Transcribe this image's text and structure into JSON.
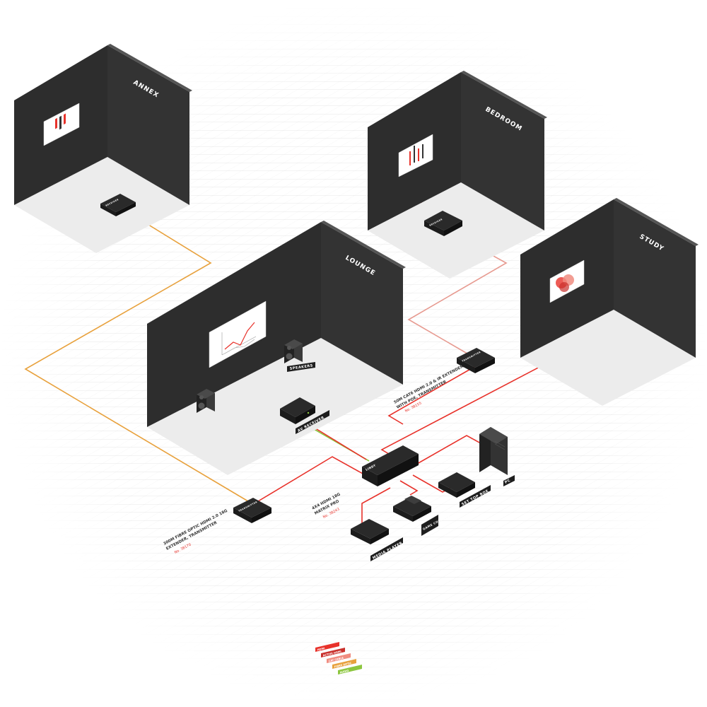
{
  "rooms": {
    "annex": "ANNEX",
    "bedroom": "BEDROOM",
    "lounge": "LOUNGE",
    "study": "STUDY"
  },
  "devices": {
    "speakers": "SPEAKERS",
    "av_receiver": "AV RECEIVER",
    "pc": "PC",
    "set_top_box": "SET TOP BOX",
    "game_console": "GAME CONSOLE",
    "media_player": "MEDIA PLAYER",
    "receiver_brand": "RECEIVER",
    "transmitter_brand": "TRANSMITTER",
    "switch_brand": "LINDY"
  },
  "captions": {
    "cat6_line1": "50M CAT6 HDMI 2.0 & IR EXTENDER",
    "cat6_line2": "WITH POE, TRANSMITTER",
    "cat6_art": "No. 38155",
    "matrix_line1": "4X4 HDMI 18G",
    "matrix_line2": "MATRIX PRO",
    "matrix_art": "No. 38243",
    "fibre_line1": "300M FIBRE OPTIC HDMI 2.0 18G",
    "fibre_line2": "EXTENDER, TRANSMITTER",
    "fibre_art": "No. 38170"
  },
  "legend": [
    {
      "label": "HDMI",
      "color": "#e8322b"
    },
    {
      "label": "ACTIVE HDMI",
      "color": "#c9302c"
    },
    {
      "label": "CAT CABLE",
      "color": "#f08c80"
    },
    {
      "label": "FIBRE OPTIC",
      "color": "#e8a13c"
    },
    {
      "label": "AUDIO",
      "color": "#8cc63f"
    }
  ],
  "colors": {
    "wall": "#2d2d2d",
    "wall_side": "#3a3a3a",
    "floor": "#ececec",
    "hdmi": "#e8322b",
    "cat": "#e79a90",
    "fibre": "#e8a13c",
    "audio": "#8cc63f"
  }
}
